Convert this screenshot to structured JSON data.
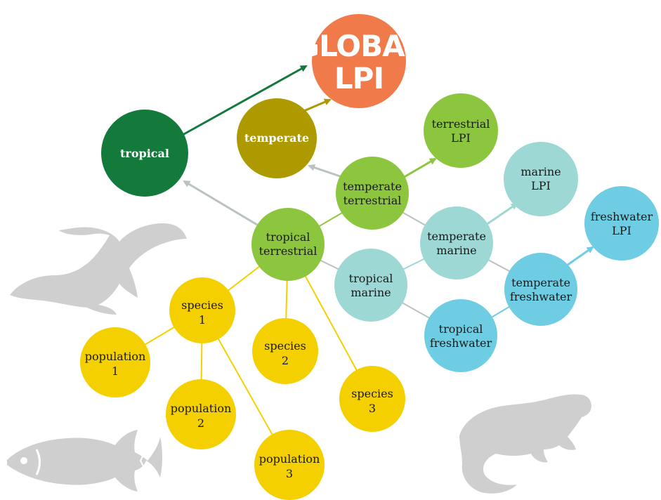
{
  "colors": {
    "global": "#f07a4a",
    "tropical": "#137a3c",
    "temperate": "#ad9a00",
    "green": "#8cc63f",
    "teal": "#9ed8d4",
    "blue": "#6ecde3",
    "yellow": "#f5d000",
    "grey_line": "#b9c2bc",
    "silhouette": "#cfcfcf"
  },
  "icons": [
    "bird-silhouette-icon",
    "fish-silhouette-icon",
    "otter-silhouette-icon"
  ],
  "nodes": {
    "global": [
      "GLOBAL",
      "LPI"
    ],
    "tropical": [
      "tropical"
    ],
    "temperate": [
      "temperate"
    ],
    "terrestrial_lpi": [
      "terrestrial",
      "LPI"
    ],
    "marine_lpi": [
      "marine",
      "LPI"
    ],
    "freshwater_lpi": [
      "freshwater",
      "LPI"
    ],
    "temperate_terrestrial": [
      "temperate",
      "terrestrial"
    ],
    "tropical_terrestrial": [
      "tropical",
      "terrestrial"
    ],
    "temperate_marine": [
      "temperate",
      "marine"
    ],
    "tropical_marine": [
      "tropical",
      "marine"
    ],
    "temperate_freshwater": [
      "temperate",
      "freshwater"
    ],
    "tropical_freshwater": [
      "tropical",
      "freshwater"
    ],
    "species_1": [
      "species",
      "1"
    ],
    "species_2": [
      "species",
      "2"
    ],
    "species_3": [
      "species",
      "3"
    ],
    "population_1": [
      "population",
      "1"
    ],
    "population_2": [
      "population",
      "2"
    ],
    "population_3": [
      "population",
      "3"
    ]
  }
}
